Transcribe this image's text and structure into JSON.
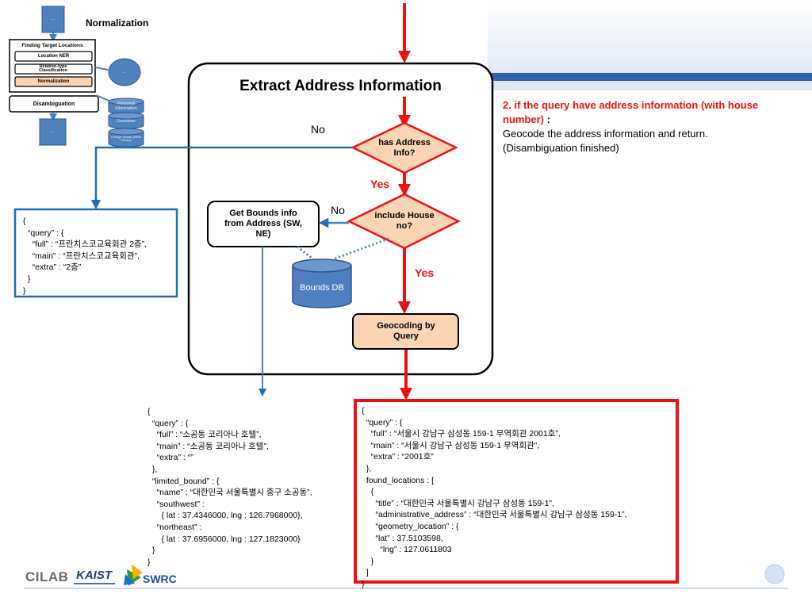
{
  "mini_pipeline": {
    "title": "Normalization",
    "group_title": "Finding Target Locations",
    "steps": [
      "Location NER",
      "Relation-type Classification",
      "Normalization"
    ],
    "disambiguation": "Disambiguation",
    "db_labels": [
      "Personal Information",
      "Gazetteer",
      "Foreign Roster (REM Library)"
    ],
    "top_doc_label": "...",
    "bottom_doc_label": "...",
    "circle_label": "..."
  },
  "flowchart": {
    "title": "Extract Address Information",
    "decision1": "has Address Info?",
    "decision2": "include House no?",
    "no1": "No",
    "no2": "No",
    "yes1": "Yes",
    "yes2": "Yes",
    "bounds_box": "Get Bounds info from Address (SW, NE)",
    "bounds_db": "Bounds DB",
    "geocoding": "Geocoding by Query"
  },
  "note": {
    "heading": "2. if the query have address information (with house number)",
    "heading_suffix": " :",
    "body": "Geocode the address information and return.\n(Disambiguation finished)"
  },
  "json_left": "{\n  “query” : {\n    “full” : “프란치스코교육회관 2층”,\n    “main” : “프란치스코교육회관”,\n    “extra” : “2층”\n  }\n}",
  "json_middle": "{\n  “query” : {\n    “full” : “소공동 코리아나 호텔”,\n    “main” : “소공동 코리아나 호텔”,\n    “extra” : “”\n  },\n  “limited_bound” : {\n    “name” : “대한민국 서울특별시 중구 소공동”,\n    “southwest” :\n      { lat : 37.4346000, lng : 126.7968000},\n    “northeast” :\n      { lat : 37.6956000, lng : 127.1823000}\n  }\n}",
  "json_right": "{\n  “query” : {\n    “full” : “서울시 강남구 삼성동 159-1 무역회관 2001호”,\n    “main” : “서울시 강남구 삼성동 159-1 무역회관”,\n    “extra” : “2001호”\n  },\n  found_locations : [\n    {\n      “title” : “대한민국 서울특별시 강남구 삼성동 159-1”,\n      “administrative_address” : “대한민국 서울특별시 강남구 삼성동 159-1”,\n      “geometry_location” : {\n      “lat” : 37.5103598,\n        “lng” : 127.0611803\n    }\n  ]\n}",
  "logos": {
    "clab": "CILAB",
    "kaist": "KAIST",
    "swrc": "SWRC"
  },
  "colors": {
    "red": "#ee1111",
    "blue": "#1f6eb5",
    "peach": "#fbd4b4",
    "db_blue": "#4f7fc0",
    "stripe": "#c9d6ec",
    "stripe_dark": "#2f63b0"
  }
}
